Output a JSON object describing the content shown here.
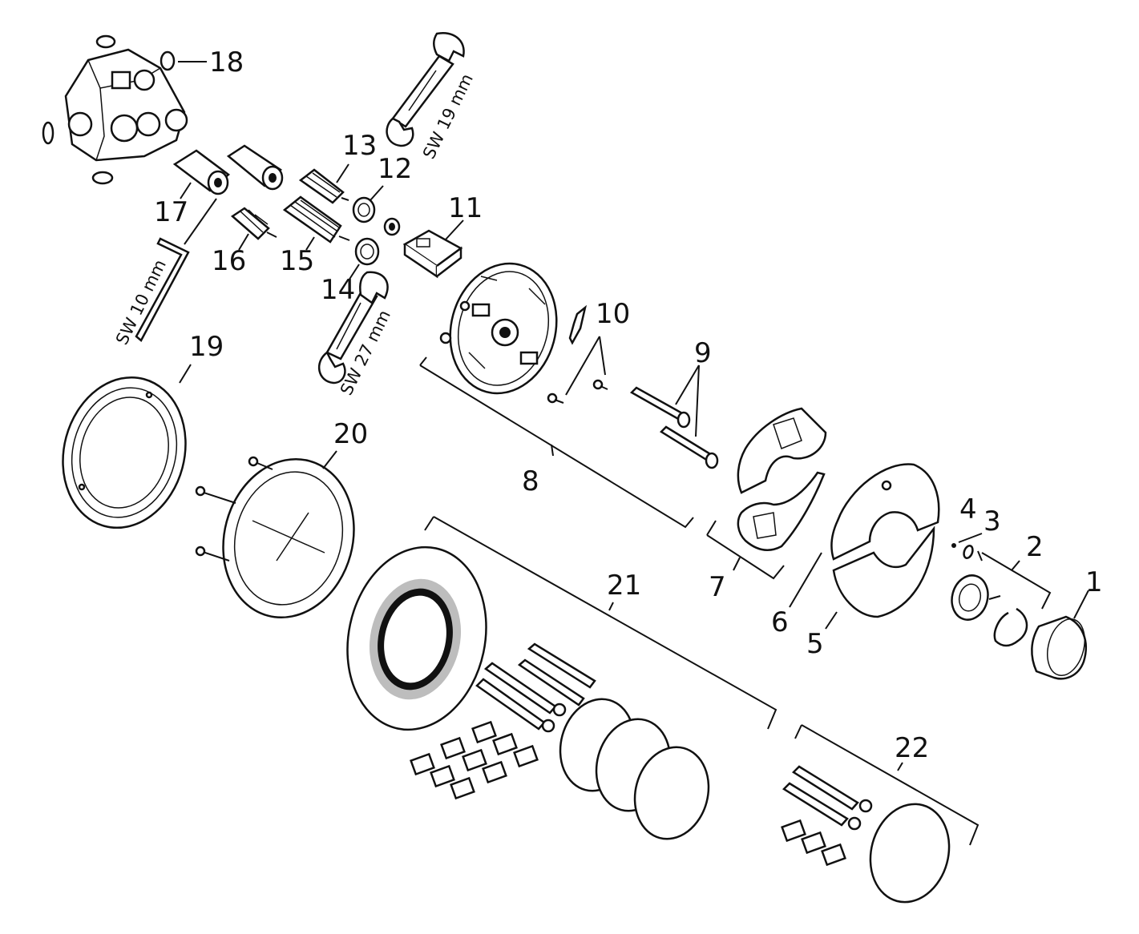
{
  "diagram": {
    "labels": {
      "p1": "1",
      "p2": "2",
      "p3": "3",
      "p4": "4",
      "p5": "5",
      "p6": "6",
      "p7": "7",
      "p8": "8",
      "p9": "9",
      "p10": "10",
      "p11": "11",
      "p12": "12",
      "p13": "13",
      "p14": "14",
      "p15": "15",
      "p16": "16",
      "p17": "17",
      "p18": "18",
      "p19": "19",
      "p20": "20",
      "p21": "21",
      "p22": "22"
    },
    "tools": {
      "sw10": "SW 10 mm",
      "sw19": "SW 19 mm",
      "sw27": "SW 27 mm"
    }
  }
}
